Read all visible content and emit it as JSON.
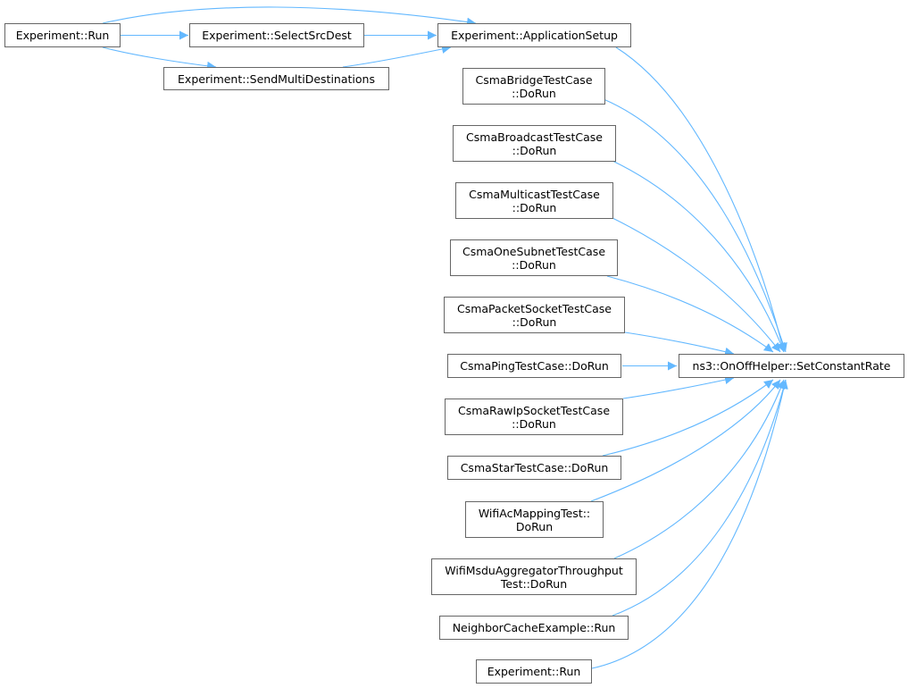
{
  "graph": {
    "target": {
      "label": "ns3::OnOffHelper::SetConstantRate"
    },
    "nodes": {
      "exp_run_top": {
        "lines": [
          "Experiment::Run"
        ]
      },
      "select_src_dest": {
        "lines": [
          "Experiment::SelectSrcDest"
        ]
      },
      "app_setup": {
        "lines": [
          "Experiment::ApplicationSetup"
        ]
      },
      "send_multi": {
        "lines": [
          "Experiment::SendMultiDestinations"
        ]
      },
      "csma_bridge": {
        "lines": [
          "CsmaBridgeTestCase",
          "::DoRun"
        ]
      },
      "csma_broadcast": {
        "lines": [
          "CsmaBroadcastTestCase",
          "::DoRun"
        ]
      },
      "csma_multicast": {
        "lines": [
          "CsmaMulticastTestCase",
          "::DoRun"
        ]
      },
      "csma_one_subnet": {
        "lines": [
          "CsmaOneSubnetTestCase",
          "::DoRun"
        ]
      },
      "csma_packet_socket": {
        "lines": [
          "CsmaPacketSocketTestCase",
          "::DoRun"
        ]
      },
      "csma_ping": {
        "lines": [
          "CsmaPingTestCase::DoRun"
        ]
      },
      "csma_raw_ip": {
        "lines": [
          "CsmaRawIpSocketTestCase",
          "::DoRun"
        ]
      },
      "csma_star": {
        "lines": [
          "CsmaStarTestCase::DoRun"
        ]
      },
      "wifi_ac_mapping": {
        "lines": [
          "WifiAcMappingTest::",
          "DoRun"
        ]
      },
      "wifi_msdu": {
        "lines": [
          "WifiMsduAggregatorThroughput",
          "Test::DoRun"
        ]
      },
      "neighbor_cache": {
        "lines": [
          "NeighborCacheExample::Run"
        ]
      },
      "exp_run_bottom": {
        "lines": [
          "Experiment::Run"
        ]
      }
    },
    "edges": [
      [
        "exp_run_top",
        "select_src_dest"
      ],
      [
        "exp_run_top",
        "app_setup"
      ],
      [
        "exp_run_top",
        "send_multi"
      ],
      [
        "select_src_dest",
        "app_setup"
      ],
      [
        "send_multi",
        "app_setup"
      ],
      [
        "app_setup",
        "target"
      ],
      [
        "csma_bridge",
        "target"
      ],
      [
        "csma_broadcast",
        "target"
      ],
      [
        "csma_multicast",
        "target"
      ],
      [
        "csma_one_subnet",
        "target"
      ],
      [
        "csma_packet_socket",
        "target"
      ],
      [
        "csma_ping",
        "target"
      ],
      [
        "csma_raw_ip",
        "target"
      ],
      [
        "csma_star",
        "target"
      ],
      [
        "wifi_ac_mapping",
        "target"
      ],
      [
        "wifi_msdu",
        "target"
      ],
      [
        "neighbor_cache",
        "target"
      ],
      [
        "exp_run_bottom",
        "target"
      ]
    ],
    "colors": {
      "edge": "#63b8ff",
      "node_border": "#666666",
      "target_fill": "#999999"
    }
  }
}
